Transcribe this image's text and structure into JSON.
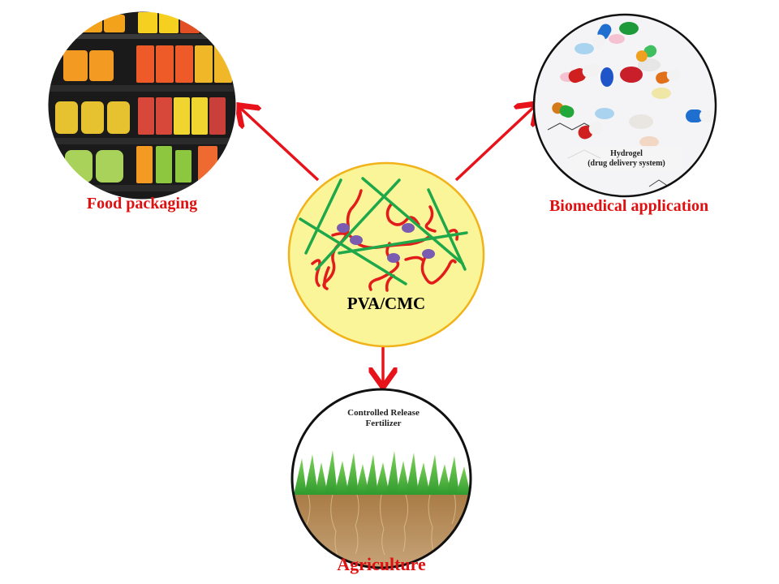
{
  "center": {
    "label": "PVA/CMC",
    "fill_color": "#fbf59a",
    "border_color": "#f2b21a"
  },
  "applications": [
    {
      "id": "food",
      "label": "Food packaging",
      "image": "supermarket-shelf-fruit-containers"
    },
    {
      "id": "biomedical",
      "label": "Biomedical application",
      "caption_line1": "Hydrogel",
      "caption_line2": "(drug delivery system)",
      "image": "pills-and-capsules-on-chemical-formulas"
    },
    {
      "id": "agriculture",
      "label": "Agriculture",
      "caption_line1": "Controlled Release",
      "caption_line2": "Fertilizer",
      "image": "grass-with-soil-and-roots"
    }
  ],
  "colors": {
    "arrow": "#e8121a",
    "label": "#e01010",
    "pva_chain": "#e21b1b",
    "cmc_chain": "#1fa84a",
    "crosslink": "#7a5cb0"
  }
}
